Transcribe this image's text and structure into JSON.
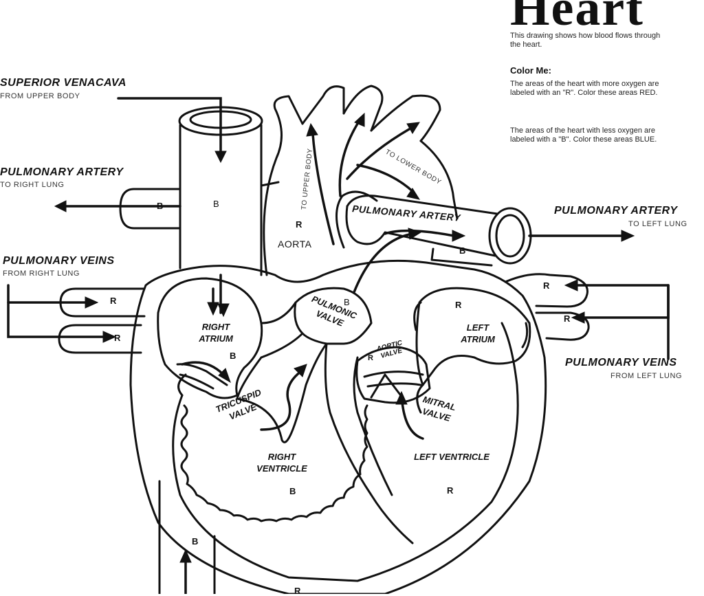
{
  "title": "Heart",
  "intro": "This drawing shows how blood flows through the heart.",
  "color_me": {
    "heading": "Color Me:",
    "red_text": "The areas of the heart with more oxygen are labeled with an \"R\". Color these areas RED.",
    "blue_text": "The areas of the heart with less oxygen are labeled with a \"B\". Color these areas BLUE."
  },
  "labels": {
    "superior_vena_cava": "SUPERIOR VENACAVA",
    "superior_vena_cava_sub": "FROM UPPER BODY",
    "pulmonary_artery_right": "PULMONARY ARTERY",
    "pulmonary_artery_right_sub": "TO RIGHT LUNG",
    "pulmonary_veins_right": "PULMONARY VEINS",
    "pulmonary_veins_right_sub": "FROM RIGHT LUNG",
    "pulmonary_artery_left": "PULMONARY ARTERY",
    "pulmonary_artery_left_sub": "TO LEFT LUNG",
    "pulmonary_veins_left": "PULMONARY VEINS",
    "pulmonary_veins_left_sub": "FROM LEFT LUNG",
    "pulmonary_artery_center": "PULMONARY ARTERY",
    "to_upper_body": "TO UPPER BODY",
    "to_lower_body": "TO LOWER BODY",
    "aorta": "AORTA",
    "right_atrium": "RIGHT ATRIUM",
    "left_atrium": "LEFT ATRIUM",
    "pulmonic_valve": "PULMONIC VALVE",
    "aortic_valve": "AORTIC VALVE",
    "tricuspid_valve": "TRICUSPID VALVE",
    "mitral_valve": "MITRAL VALVE",
    "right_ventricle": "RIGHT VENTRICLE",
    "left_ventricle": "LEFT VENTRICLE"
  },
  "markers": {
    "red": "R",
    "blue": "B"
  },
  "colors": {
    "line": "#111111",
    "background": "#ffffff"
  }
}
